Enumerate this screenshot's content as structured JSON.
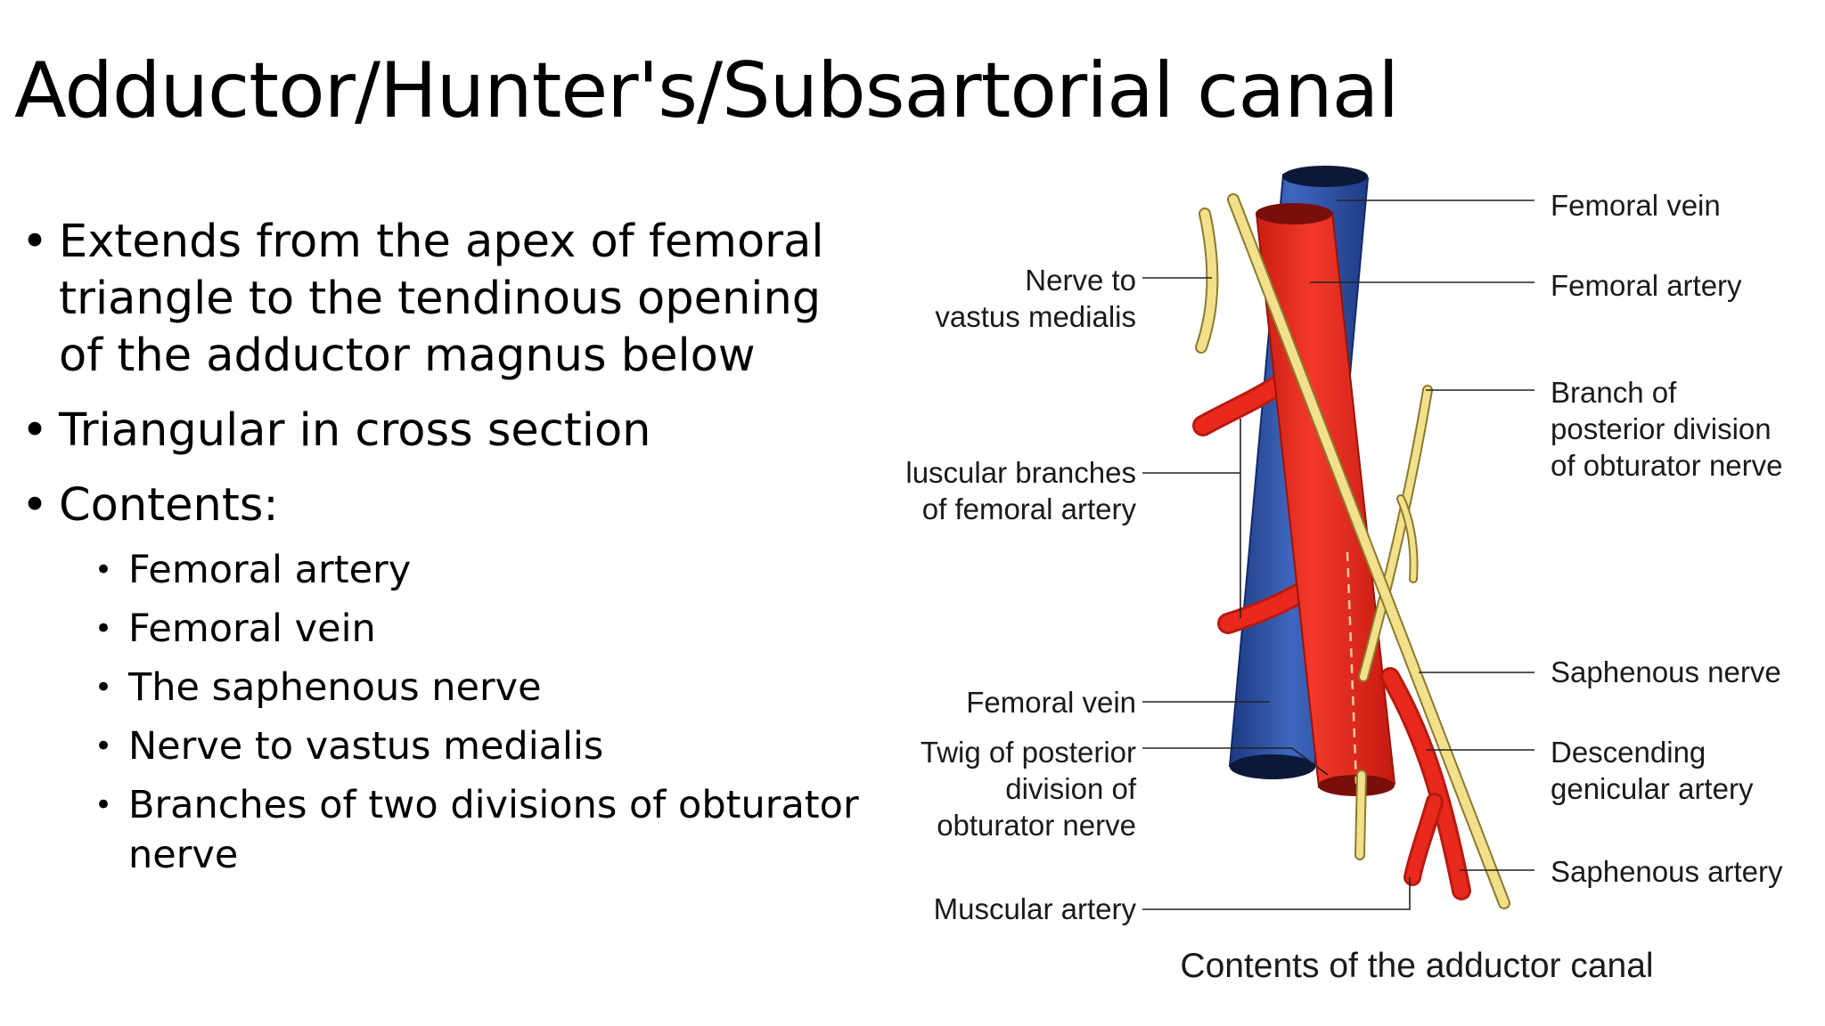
{
  "slide": {
    "title": "Adductor/Hunter's/Subsartorial canal",
    "bullets": [
      "Extends from the apex of femoral triangle to the tendinous opening of the adductor magnus below",
      "Triangular in cross section",
      "Contents:"
    ],
    "contents": [
      "Femoral artery",
      "Femoral vein",
      "The saphenous nerve",
      "Nerve to vastus medialis",
      "Branches of two divisions of obturator nerve"
    ]
  },
  "diagram": {
    "caption": "Contents of the adductor canal",
    "left_labels": {
      "nerve_to_vm_1": "Nerve to",
      "nerve_to_vm_2": "vastus medialis",
      "muscular_branches_1": "luscular branches",
      "muscular_branches_2": "of femoral artery",
      "femoral_vein": "Femoral vein",
      "twig_1": "Twig of posterior",
      "twig_2": "division of",
      "twig_3": "obturator nerve",
      "muscular_artery": "Muscular artery"
    },
    "right_labels": {
      "femoral_vein": "Femoral vein",
      "femoral_artery": "Femoral artery",
      "branch_1": "Branch of",
      "branch_2": "posterior division",
      "branch_3": "of obturator nerve",
      "saphenous_nerve": "Saphenous nerve",
      "descending_1": "Descending",
      "descending_2": "genicular artery",
      "saphenous_artery": "Saphenous artery"
    },
    "colors": {
      "artery": "#e8291c",
      "vein": "#2f55a8",
      "nerve": "#f2e08a"
    }
  }
}
